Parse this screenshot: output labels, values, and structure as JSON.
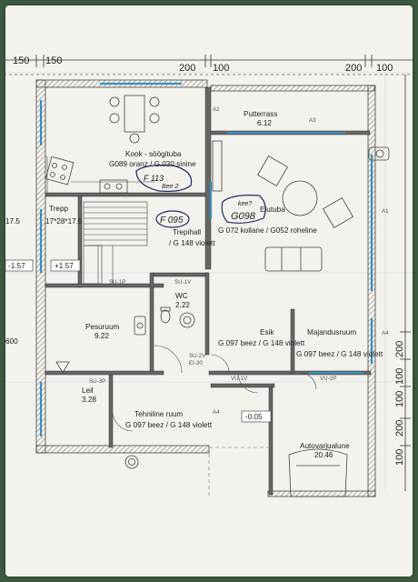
{
  "dimensions": {
    "top_left": "150",
    "top_left_b": "150",
    "top_mid": "200",
    "top_mid_b": "100",
    "top_right": "200",
    "top_right_b": "100",
    "right_side": [
      "200",
      "100",
      "100",
      "200",
      "100"
    ],
    "left_side_a": "17.5",
    "left_side_b": "-1.57",
    "left_side_c": "600"
  },
  "rooms": {
    "kitchen": {
      "name": "Kook - söögituba",
      "color": "G089 oranz / G.030 sinine"
    },
    "terrace": {
      "name": "Putterrass",
      "area": "6.12"
    },
    "living": {
      "name": "Elutuba",
      "color": "G 072 kollane / G052 roheline"
    },
    "stairs": {
      "name": "Trepp",
      "spec": "17*28*17.5"
    },
    "stairhall": {
      "name": "Trepihall",
      "color": "/ G 148 violett"
    },
    "wc": {
      "name": "WC",
      "area": "2.22"
    },
    "laundry": {
      "name": "Pesuruum",
      "area": "9.22"
    },
    "hall": {
      "name": "Esik",
      "color": "G 097 beez / G 148 violett"
    },
    "utility": {
      "name": "Majandusruum",
      "color": "G 097 beez / G 148 violett"
    },
    "sauna": {
      "name": "Leil",
      "area": "3.28"
    },
    "tech": {
      "name": "Tehniline ruum",
      "color": "G 097 beez / G 148 violett"
    },
    "carport": {
      "name": "Autovarjualune",
      "area": "20.46"
    }
  },
  "levels": {
    "stair_level": "+1.57",
    "entry_level": "-0.05"
  },
  "tags": {
    "a1": "A1",
    "a2": "A2",
    "a3": "A3",
    "a4": "A4",
    "a4b": "A4",
    "su1p": "SU-1P",
    "su1v": "SU-1V",
    "su2v": "SU-2V",
    "ei30": "EI-30",
    "su3p": "SU-3P",
    "vu1v": "VU-1V",
    "vu2p": "VU-2P"
  },
  "handwriting": {
    "note1": "F 095",
    "note2": "G098",
    "note3": "F 113",
    "note4": "Bee 2",
    "note5": "kee?"
  },
  "colors": {
    "wall": "#555555",
    "window": "#3a8fc0",
    "handwriting": "#1c2a6e",
    "paper": "#f3f2ec"
  }
}
